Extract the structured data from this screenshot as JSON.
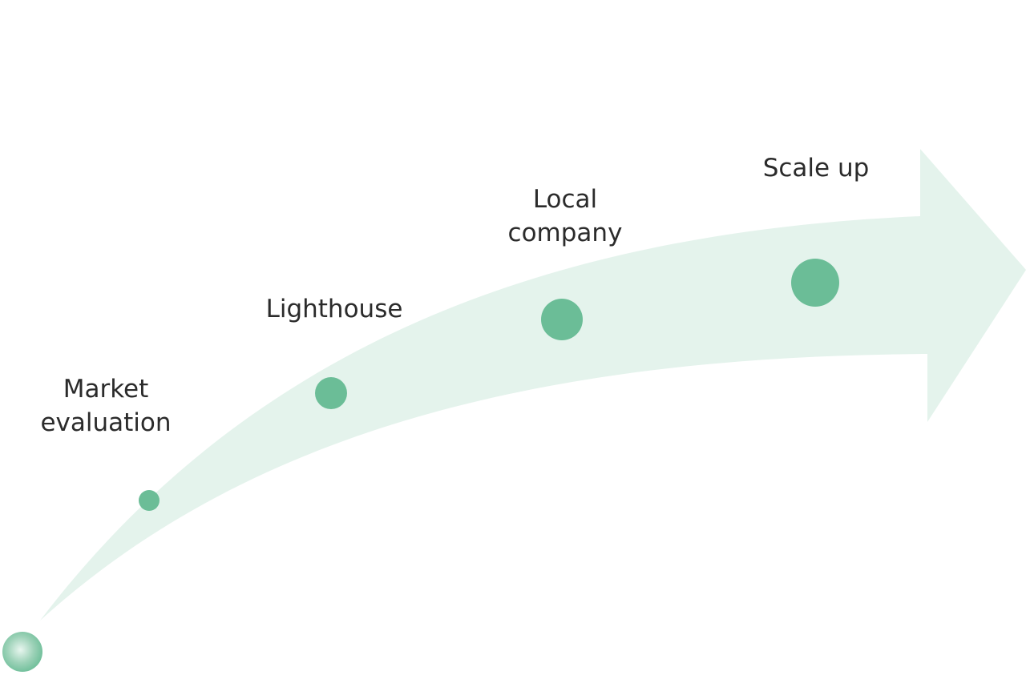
{
  "colors": {
    "arrow_fill": "#e4f3ec",
    "dot_fill": "#6bbd97",
    "start_dot": "#9dd2b8",
    "label_text": "#2b2b2b"
  },
  "stages": [
    {
      "line1": "Market",
      "line2": "evaluation"
    },
    {
      "line1": "Lighthouse",
      "line2": ""
    },
    {
      "line1": "Local",
      "line2": "company"
    },
    {
      "line1": "Scale up",
      "line2": ""
    }
  ]
}
